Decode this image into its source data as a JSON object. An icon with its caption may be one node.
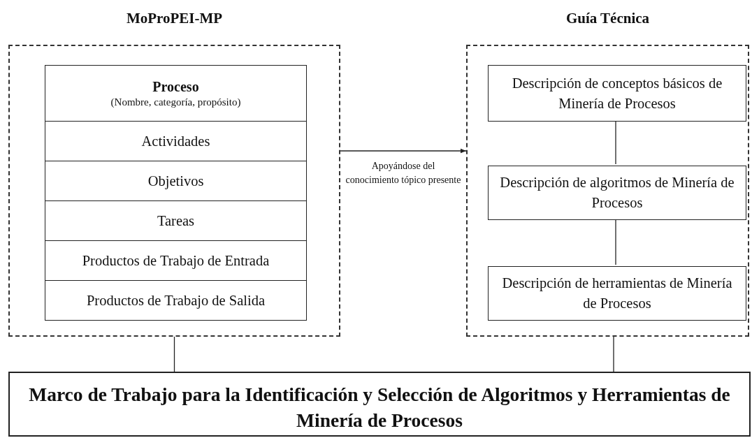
{
  "diagram": {
    "nodes": [
      {
        "text": [
          "MoProPEI-MP"
        ]
      },
      {
        "text": [
          "Proceso",
          "(Nombre, categoría, propósito)"
        ],
        "in": 0
      },
      {
        "text": [
          "Actividades"
        ],
        "in": 0
      },
      {
        "text": [
          "Objetivos"
        ],
        "in": 0
      },
      {
        "text": [
          "Tareas"
        ],
        "in": 0
      },
      {
        "text": [
          "Productos de Trabajo de Entrada"
        ],
        "in": 0
      },
      {
        "text": [
          "Productos de Trabajo de Salida"
        ],
        "in": 0
      },
      {
        "text": [
          "Guía Técnica"
        ]
      },
      {
        "text": [
          "Descripción de conceptos básicos de Minería de Procesos"
        ],
        "in": 7
      },
      {
        "text": [
          "Descripción de algoritmos de Minería de Procesos"
        ],
        "in": 7
      },
      {
        "text": [
          "Descripción de herramientas de Minería de Procesos"
        ],
        "in": 7
      },
      {
        "text": [
          "Marco de Trabajo para la Identificación y Selección de Algoritmos y Herramientas de Minería de Procesos"
        ]
      }
    ],
    "edges": [
      {
        "from": 0,
        "to": 7,
        "arrow": "to",
        "label": "Apoyándose del conocimiento tópico presente"
      },
      {
        "from": 8,
        "to": 9,
        "arrow": "none"
      },
      {
        "from": 9,
        "to": 10,
        "arrow": "none"
      },
      {
        "from": 0,
        "to": 11,
        "arrow": "none"
      },
      {
        "from": 7,
        "to": 11,
        "arrow": "none"
      }
    ]
  }
}
